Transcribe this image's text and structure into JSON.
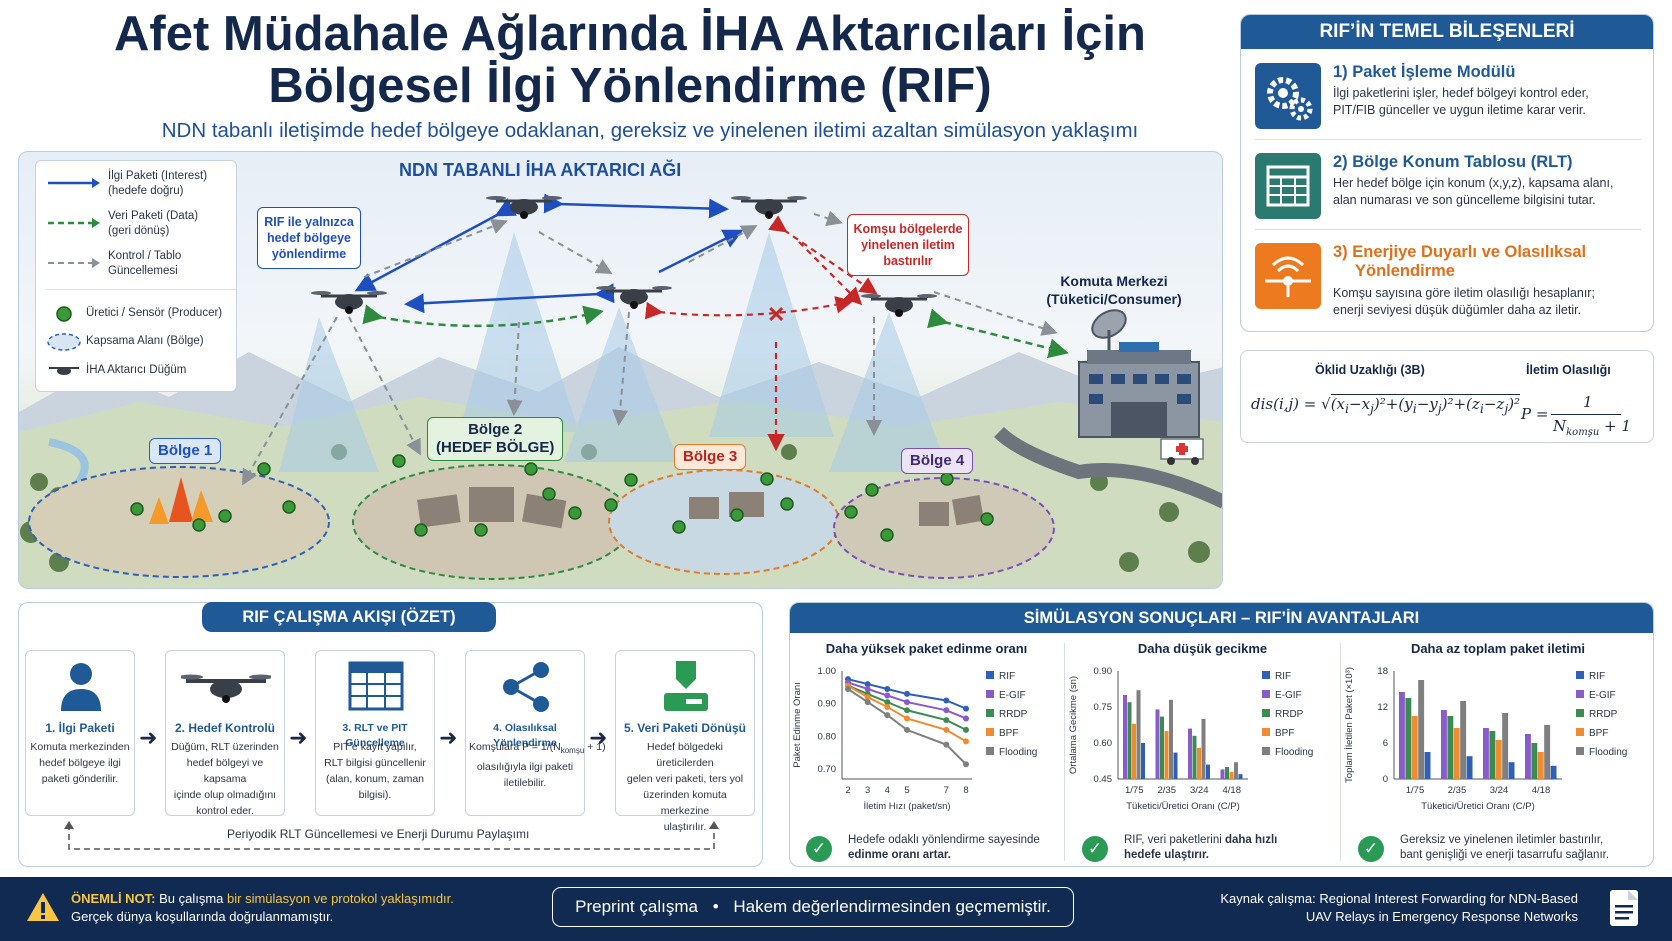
{
  "header": {
    "title_line1": "Afet Müdahale Ağlarında İHA Aktarıcıları İçin",
    "title_line2": "Bölgesel İlgi Yönlendirme (RIF)",
    "subtitle": "NDN tabanlı iletişimde hedef bölgeye odaklanan, gereksiz ve yinelenen iletimi azaltan simülasyon yaklaşımı"
  },
  "network": {
    "title": "NDN TABANLI İHA AKTARICI AĞI",
    "legend": {
      "interest_1": "İlgi Paketi (Interest)",
      "interest_2": "(hedefe doğru)",
      "data_1": "Veri Paketi (Data)",
      "data_2": "(geri dönüş)",
      "control_1": "Kontrol / Tablo",
      "control_2": "Güncellemesi",
      "producer": "Üretici / Sensör (Producer)",
      "coverage": "Kapsama Alanı (Bölge)",
      "uav": "İHA Aktarıcı Düğüm"
    },
    "callout_rif_1": "RIF ile yalnızca",
    "callout_rif_2": "hedef bölgeye",
    "callout_rif_3": "yönlendirme",
    "callout_neighbor_1": "Komşu bölgelerde",
    "callout_neighbor_2": "yinelenen iletim",
    "callout_neighbor_3": "bastırılır",
    "command_1": "Komuta Merkezi",
    "command_2": "(Tüketici/Consumer)",
    "zone1": "Bölge 1",
    "zone2_1": "Bölge 2",
    "zone2_2": "(HEDEF BÖLGE)",
    "zone3": "Bölge 3",
    "zone4": "Bölge 4",
    "colors": {
      "interest": "#1f4fbf",
      "data": "#2e8b3e",
      "control": "#8a8f98",
      "suppress": "#c62828"
    }
  },
  "components": {
    "title": "RIF’İN TEMEL BİLEŞENLERİ",
    "items": [
      {
        "title": "1) Paket İşleme Modülü",
        "desc1": "İlgi paketlerini işler, hedef bölgeyi kontrol eder,",
        "desc2": "PIT/FIB günceller ve uygun iletime karar verir."
      },
      {
        "title": "2) Bölge Konum Tablosu (RLT)",
        "desc1": "Her hedef bölge için konum (x,y,z), kapsama alanı,",
        "desc2": "alan numarası ve son güncelleme bilgisini tutar."
      },
      {
        "title": "3) Enerjiye Duyarlı ve Olasılıksal",
        "title2": "Yönlendirme",
        "desc1": "Komşu sayısına göre iletim olasılığı hesaplanır;",
        "desc2": "enerji seviyesi düşük düğümler daha az iletir."
      }
    ],
    "icons": [
      "gears-icon",
      "table-icon",
      "signal-icon"
    ]
  },
  "formulas": {
    "euclid_title": "Öklid Uzaklığı (3B)",
    "prob_title": "İletim Olasılığı"
  },
  "workflow": {
    "title": "RIF ÇALIŞMA AKIŞI (ÖZET)",
    "steps": [
      {
        "title": "1. İlgi Paketi",
        "d1": "Komuta merkezinden",
        "d2": "hedef bölgeye ilgi",
        "d3": "paketi gönderilir.",
        "d4": ""
      },
      {
        "title": "2. Hedef Kontrolü",
        "d1": "Düğüm, RLT üzerinden",
        "d2": "hedef bölgeyi ve kapsama",
        "d3": "içinde olup olmadığını",
        "d4": "kontrol eder."
      },
      {
        "title": "3. RLT ve PIT Güncelleme",
        "d1": "PIT’e kayıt yapılır,",
        "d2": "RLT bilgisi güncellenir",
        "d3": "(alan, konum, zaman",
        "d4": "bilgisi)."
      },
      {
        "title": "4. Olasılıksal Yönlendirme",
        "d1": "Komşulara P = 1/(N",
        "d1sub": "komşu",
        "d1end": " + 1)",
        "d2": "olasılığıyla ilgi paketi",
        "d3": "iletilebilir.",
        "d4": ""
      },
      {
        "title": "5. Veri Paketi Dönüşü",
        "d1": "Hedef bölgedeki üreticilerden",
        "d2": "gelen veri paketi, ters yol",
        "d3": "üzerinden komuta merkezine",
        "d4": "ulaştırılır."
      }
    ],
    "loop_note": "Periyodik RLT Güncellemesi ve Enerji Durumu Paylaşımı"
  },
  "results": {
    "title": "SİMÜLASYON SONUÇLARI – RIF’İN AVANTAJLARI",
    "notes": [
      {
        "a": "Hedefe odaklı yönlendirme sayesinde",
        "b": "edinme oranı artar."
      },
      {
        "a": "RIF, veri paketlerini ",
        "a_bold": "daha hızlı",
        "b": "hedefe ulaştırır."
      },
      {
        "a": "Gereksiz ve yinelenen iletimler bastırılır,",
        "b": "bant genişliği ve enerji tasarrufu sağlanır."
      }
    ]
  },
  "chart_data": [
    {
      "type": "line",
      "title": "Daha yüksek paket edinme oranı",
      "xlabel": "İletim Hızı (paket/sn)",
      "ylabel": "Paket Edinme Oranı",
      "x": [
        2,
        3,
        4,
        5,
        7,
        8
      ],
      "xticks": [
        "2",
        "3",
        "4",
        "5",
        "7",
        "8"
      ],
      "ylim": [
        0.67,
        1.0
      ],
      "yticks": [
        "1.00",
        "0.90",
        "0.80",
        "0.70"
      ],
      "ytick_values": [
        1.0,
        0.9,
        0.8,
        0.7
      ],
      "legend": "right",
      "series": [
        {
          "name": "RIF",
          "color": "#2f5fb7",
          "values": [
            0.975,
            0.96,
            0.945,
            0.93,
            0.91,
            0.885
          ]
        },
        {
          "name": "E-GIF",
          "color": "#8a5cc9",
          "values": [
            0.965,
            0.945,
            0.925,
            0.905,
            0.88,
            0.855
          ]
        },
        {
          "name": "RRDP",
          "color": "#3c8c52",
          "values": [
            0.955,
            0.93,
            0.905,
            0.88,
            0.85,
            0.82
          ]
        },
        {
          "name": "BPF",
          "color": "#ee8c2f",
          "values": [
            0.955,
            0.92,
            0.89,
            0.855,
            0.82,
            0.785
          ]
        },
        {
          "name": "Flooding",
          "color": "#7f7f7f",
          "values": [
            0.945,
            0.905,
            0.865,
            0.82,
            0.775,
            0.715
          ]
        }
      ]
    },
    {
      "type": "bar",
      "title": "Daha düşük gecikme",
      "xlabel": "Tüketici/Üretici Oranı (C/P)",
      "ylabel": "Ortalama Gecikme (sn)",
      "categories": [
        "1/75",
        "2/35",
        "3/24",
        "4/18"
      ],
      "ylim": [
        0.45,
        0.9
      ],
      "yticks": [
        "0.90",
        "0.75",
        "0.60",
        "0.45"
      ],
      "ytick_values": [
        0.9,
        0.75,
        0.6,
        0.45
      ],
      "legend": "right",
      "series": [
        {
          "name": "RIF",
          "color": "#2f5fb7",
          "values": [
            0.6,
            0.56,
            0.51,
            0.47
          ]
        },
        {
          "name": "E-GIF",
          "color": "#8a5cc9",
          "values": [
            0.8,
            0.74,
            0.66,
            0.49
          ]
        },
        {
          "name": "RRDP",
          "color": "#3c8c52",
          "values": [
            0.77,
            0.71,
            0.63,
            0.5
          ]
        },
        {
          "name": "BPF",
          "color": "#ee8c2f",
          "values": [
            0.68,
            0.65,
            0.58,
            0.48
          ]
        },
        {
          "name": "Flooding",
          "color": "#7f7f7f",
          "values": [
            0.82,
            0.78,
            0.7,
            0.52
          ]
        }
      ]
    },
    {
      "type": "bar",
      "title": "Daha az toplam paket iletimi",
      "xlabel": "Tüketici/Üretici Oranı (C/P)",
      "ylabel": "Toplam İletilen Paket (×10³)",
      "categories": [
        "1/75",
        "2/35",
        "3/24",
        "4/18"
      ],
      "ylim": [
        0,
        18
      ],
      "yticks": [
        "18",
        "12",
        "6",
        "0"
      ],
      "ytick_values": [
        18,
        12,
        6,
        0
      ],
      "legend": "right",
      "series": [
        {
          "name": "RIF",
          "color": "#2f5fb7",
          "values": [
            4.5,
            3.8,
            2.8,
            2.2
          ]
        },
        {
          "name": "E-GIF",
          "color": "#8a5cc9",
          "values": [
            14.5,
            11.5,
            8.5,
            7.5
          ]
        },
        {
          "name": "RRDP",
          "color": "#3c8c52",
          "values": [
            13.5,
            10.5,
            8.0,
            6.0
          ]
        },
        {
          "name": "BPF",
          "color": "#ee8c2f",
          "values": [
            10.5,
            8.5,
            6.5,
            4.5
          ]
        },
        {
          "name": "Flooding",
          "color": "#7f7f7f",
          "values": [
            16.5,
            13.0,
            11.0,
            9.0
          ]
        }
      ]
    }
  ],
  "footer": {
    "note_label": "ÖNEMLİ NOT:",
    "note_a": " Bu çalışma ",
    "note_highlight": "bir simülasyon ve protokol yaklaşımıdır.",
    "note_line2": "Gerçek dünya koşullarında doğrulanmamıştır.",
    "pill_a": "Preprint çalışma",
    "pill_dot": "•",
    "pill_b": "Hakem değerlendirmesinden geçmemiştir.",
    "source_line1": "Kaynak çalışma: Regional Interest Forwarding for NDN-Based",
    "source_line2": "UAV Relays in Emergency Response Networks",
    "highlight_color": "#f7c744"
  }
}
